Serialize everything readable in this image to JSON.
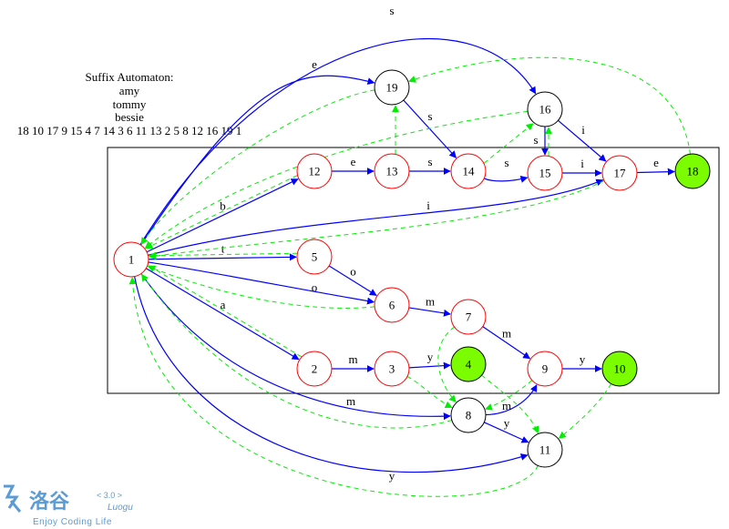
{
  "caption": {
    "title": "Suffix Automaton:",
    "words": [
      "amy",
      "tommy",
      "bessie"
    ],
    "order": "18 10 17 9 15 4 7 14 3 6 11 13 2 5 8 12 16 19 1"
  },
  "colors": {
    "transition": "#0000ff",
    "suffix_link": "#00ff00",
    "node_in_box": "#ff0000",
    "node_outside": "#000000",
    "accept_fill": "#7cfc00"
  },
  "nodes": [
    {
      "id": "1",
      "accept": false,
      "in_box": true
    },
    {
      "id": "2",
      "accept": false,
      "in_box": true
    },
    {
      "id": "3",
      "accept": false,
      "in_box": true
    },
    {
      "id": "4",
      "accept": true,
      "in_box": false
    },
    {
      "id": "5",
      "accept": false,
      "in_box": true
    },
    {
      "id": "6",
      "accept": false,
      "in_box": true
    },
    {
      "id": "7",
      "accept": false,
      "in_box": true
    },
    {
      "id": "8",
      "accept": false,
      "in_box": false
    },
    {
      "id": "9",
      "accept": false,
      "in_box": true
    },
    {
      "id": "10",
      "accept": true,
      "in_box": false
    },
    {
      "id": "11",
      "accept": false,
      "in_box": false
    },
    {
      "id": "12",
      "accept": false,
      "in_box": true
    },
    {
      "id": "13",
      "accept": false,
      "in_box": true
    },
    {
      "id": "14",
      "accept": false,
      "in_box": true
    },
    {
      "id": "15",
      "accept": false,
      "in_box": true
    },
    {
      "id": "16",
      "accept": false,
      "in_box": false
    },
    {
      "id": "17",
      "accept": false,
      "in_box": true
    },
    {
      "id": "18",
      "accept": true,
      "in_box": false
    },
    {
      "id": "19",
      "accept": false,
      "in_box": false
    }
  ],
  "transitions": [
    {
      "from": "1",
      "to": "12",
      "label": "b"
    },
    {
      "from": "12",
      "to": "13",
      "label": "e"
    },
    {
      "from": "13",
      "to": "14",
      "label": "s"
    },
    {
      "from": "14",
      "to": "15",
      "label": "s"
    },
    {
      "from": "15",
      "to": "17",
      "label": "i"
    },
    {
      "from": "17",
      "to": "18",
      "label": "e"
    },
    {
      "from": "1",
      "to": "16",
      "label": "s"
    },
    {
      "from": "1",
      "to": "19",
      "label": "e"
    },
    {
      "from": "19",
      "to": "14",
      "label": "s"
    },
    {
      "from": "16",
      "to": "15",
      "label": "s"
    },
    {
      "from": "16",
      "to": "17",
      "label": "i"
    },
    {
      "from": "1",
      "to": "17",
      "label": "i"
    },
    {
      "from": "1",
      "to": "5",
      "label": "t"
    },
    {
      "from": "5",
      "to": "6",
      "label": "o"
    },
    {
      "from": "1",
      "to": "6",
      "label": "o"
    },
    {
      "from": "6",
      "to": "7",
      "label": "m"
    },
    {
      "from": "7",
      "to": "9",
      "label": "m"
    },
    {
      "from": "9",
      "to": "10",
      "label": "y"
    },
    {
      "from": "1",
      "to": "2",
      "label": "a"
    },
    {
      "from": "2",
      "to": "3",
      "label": "m"
    },
    {
      "from": "3",
      "to": "4",
      "label": "y"
    },
    {
      "from": "1",
      "to": "8",
      "label": "m"
    },
    {
      "from": "8",
      "to": "9",
      "label": "m"
    },
    {
      "from": "8",
      "to": "11",
      "label": "y"
    },
    {
      "from": "1",
      "to": "11",
      "label": "y"
    }
  ],
  "suffix_links": [
    {
      "from": "19",
      "to": "1"
    },
    {
      "from": "16",
      "to": "1"
    },
    {
      "from": "12",
      "to": "1"
    },
    {
      "from": "13",
      "to": "19"
    },
    {
      "from": "14",
      "to": "16"
    },
    {
      "from": "15",
      "to": "16"
    },
    {
      "from": "17",
      "to": "1"
    },
    {
      "from": "18",
      "to": "19"
    },
    {
      "from": "5",
      "to": "1"
    },
    {
      "from": "6",
      "to": "1"
    },
    {
      "from": "2",
      "to": "1"
    },
    {
      "from": "3",
      "to": "8"
    },
    {
      "from": "7",
      "to": "8"
    },
    {
      "from": "8",
      "to": "1"
    },
    {
      "from": "4",
      "to": "11"
    },
    {
      "from": "9",
      "to": "8"
    },
    {
      "from": "10",
      "to": "11"
    },
    {
      "from": "11",
      "to": "1"
    }
  ],
  "watermark": {
    "brand": "洛谷",
    "version": "< 3.0 >",
    "romanized": "Luogu",
    "slogan": "Enjoy Coding Life"
  }
}
